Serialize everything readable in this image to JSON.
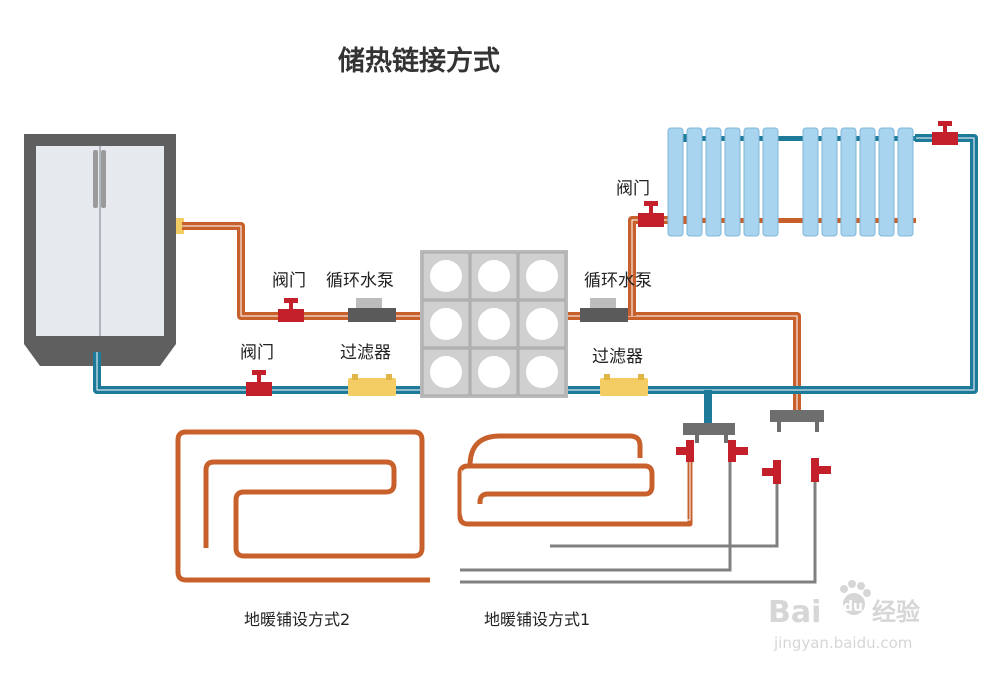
{
  "title": "储热链接方式",
  "labels": {
    "valve_supply": "阀门",
    "pump_left": "循环水泵",
    "valve_return": "阀门",
    "filter_left": "过滤器",
    "pump_right": "循环水泵",
    "filter_right": "过滤器",
    "valve_radiator": "阀门"
  },
  "captions": {
    "floor_method_2": "地暖铺设方式2",
    "floor_method_1": "地暖铺设方式1"
  },
  "watermark": {
    "brand": "Bai",
    "brand_du": "du",
    "brand_cn": "经验",
    "url": "jingyan.baidu.com"
  },
  "colors": {
    "hot_pipe": "#c8602c",
    "cold_pipe": "#1d7a98",
    "valve": "#c4202c",
    "radiator": "#a9d4ef",
    "tank": "#c8c8c8",
    "filter": "#f3cd63",
    "pipe_gray": "#808080"
  }
}
